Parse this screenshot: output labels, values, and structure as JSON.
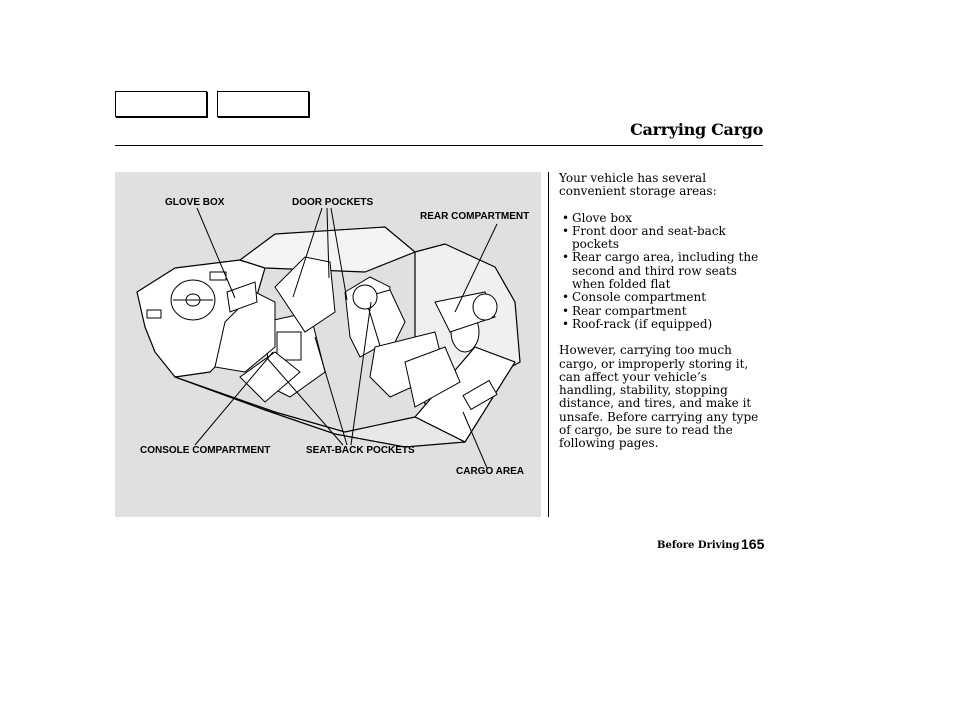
{
  "header": {
    "title": "Carrying Cargo"
  },
  "figure": {
    "callouts": {
      "glove_box": "GLOVE BOX",
      "door_pockets": "DOOR POCKETS",
      "rear_compartment": "REAR COMPARTMENT",
      "console_compartment": "CONSOLE COMPARTMENT",
      "seat_back_pockets": "SEAT-BACK POCKETS",
      "cargo_area": "CARGO AREA"
    }
  },
  "content": {
    "intro": "Your vehicle has several convenient storage areas:",
    "list": [
      "Glove box",
      "Front door and seat-back pockets",
      "Rear cargo area, including the second and third row seats when folded flat",
      "Console compartment",
      "Rear compartment",
      "Roof-rack (if equipped)"
    ],
    "warning": "However, carrying too much cargo, or improperly storing it, can affect your vehicle’s handling, stability, stopping distance, and tires, and make it unsafe. Before carrying any type of cargo, be sure to read the following pages."
  },
  "footer": {
    "section": "Before Driving",
    "page_number": "165"
  }
}
